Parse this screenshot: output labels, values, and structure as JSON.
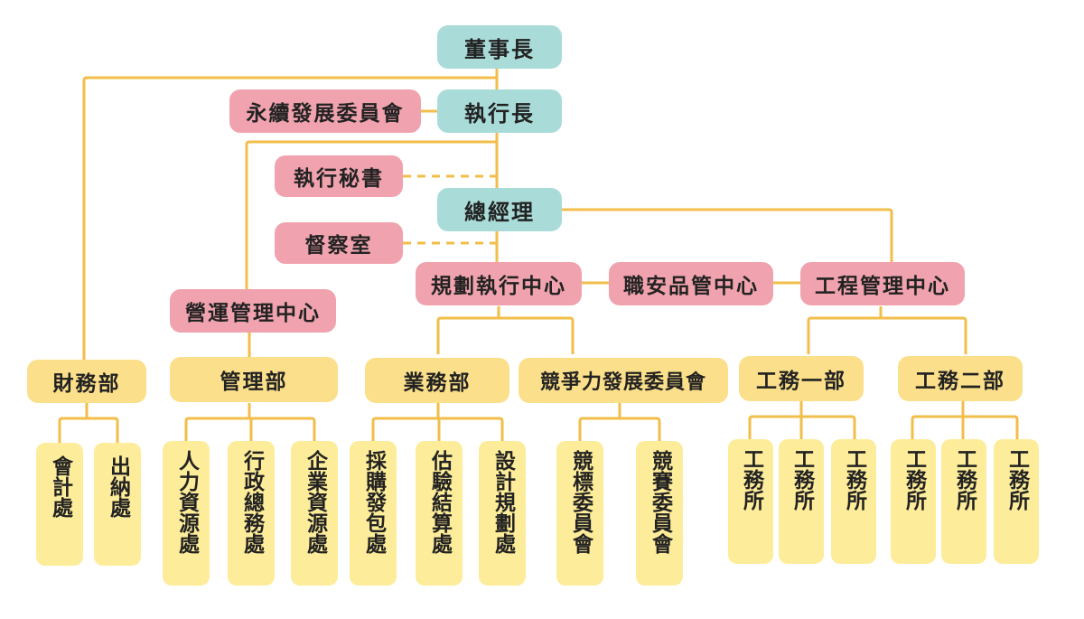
{
  "colors": {
    "teal": "#a9dcd9",
    "pink": "#f0a3ae",
    "yellow": "#fbdf8a",
    "light_yellow": "#fdec99",
    "connector": "#f2be4a"
  },
  "top": {
    "chairman": "董事長",
    "ceo": "執行長",
    "general_manager": "總經理"
  },
  "advisory": {
    "sustainability_committee": "永續發展委員會",
    "executive_secretary": "執行秘書",
    "audit_office": "督察室"
  },
  "centers": {
    "operations": "營運管理中心",
    "planning": "規劃執行中心",
    "safety_quality": "職安品管中心",
    "engineering": "工程管理中心"
  },
  "departments": {
    "finance": {
      "name": "財務部",
      "units": [
        "會計處",
        "出納處"
      ]
    },
    "management": {
      "name": "管理部",
      "units": [
        "人力資源處",
        "行政總務處",
        "企業資源處"
      ]
    },
    "business": {
      "name": "業務部",
      "units": [
        "採購發包處",
        "估驗結算處",
        "設計規劃處"
      ]
    },
    "competitiveness": {
      "name": "競爭力發展委員會",
      "units": [
        "競標委員會",
        "競賽委員會"
      ]
    },
    "works1": {
      "name": "工務一部",
      "units": [
        "工務所",
        "工務所",
        "工務所"
      ]
    },
    "works2": {
      "name": "工務二部",
      "units": [
        "工務所",
        "工務所",
        "工務所"
      ]
    }
  }
}
